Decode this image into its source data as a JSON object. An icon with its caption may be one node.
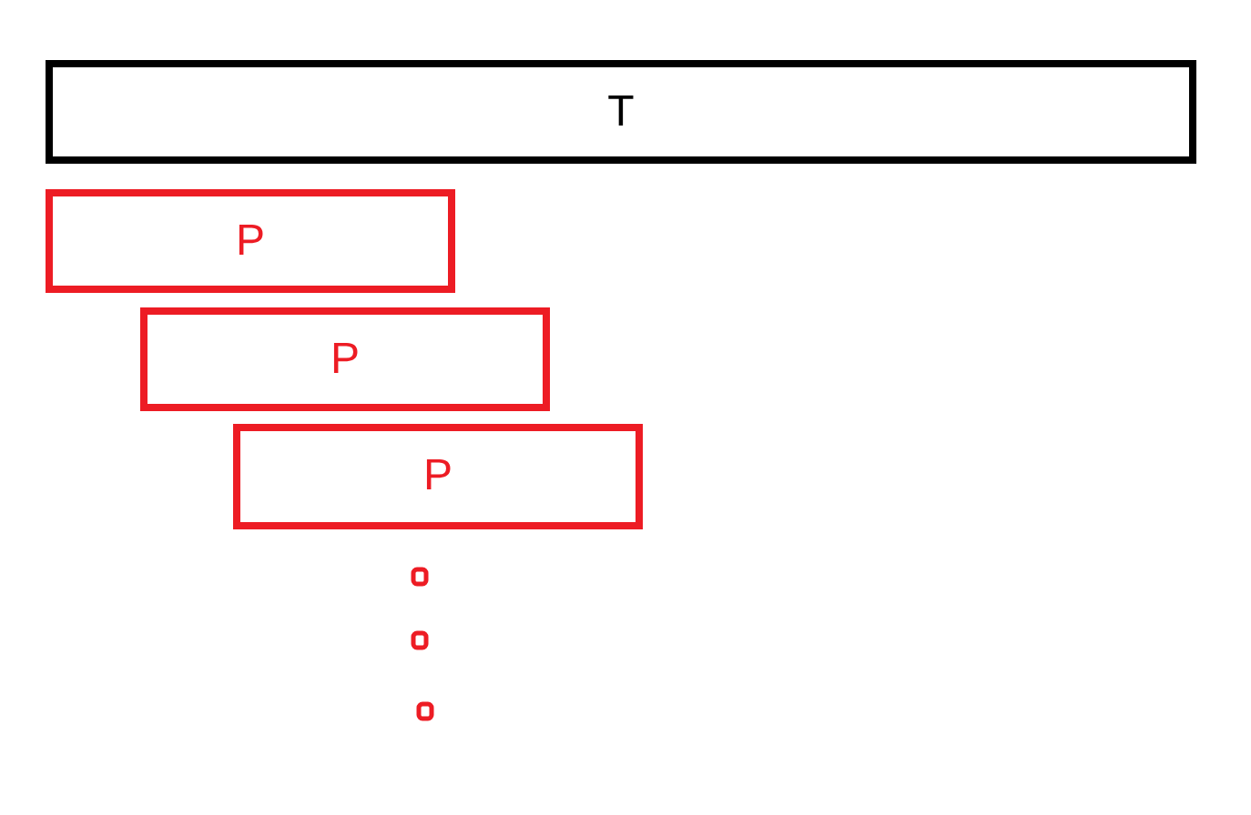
{
  "diagram": {
    "nodes": [
      {
        "text": [
          "T"
        ]
      },
      {
        "text": [
          "P"
        ]
      },
      {
        "text": [
          "P"
        ]
      },
      {
        "text": [
          "P"
        ]
      }
    ]
  }
}
